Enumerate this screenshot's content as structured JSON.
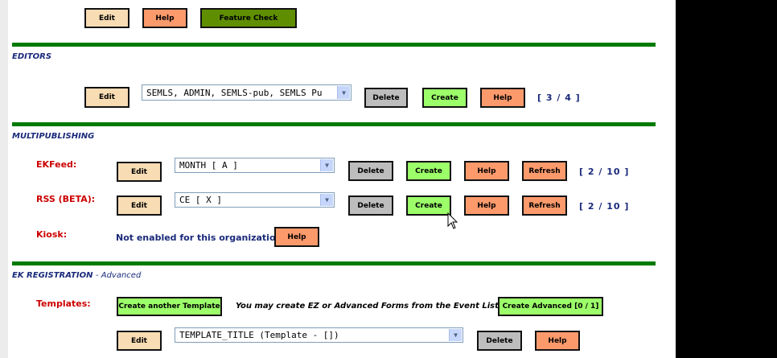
{
  "top": {
    "edit_label": "Edit",
    "help_label": "Help",
    "feature_check_label": "Feature Check"
  },
  "editors": {
    "title": "EDITORS",
    "edit_label": "Edit",
    "select_value": "SEMLS, ADMIN, SEMLS-pub, SEMLS Pu",
    "delete_label": "Delete",
    "create_label": "Create",
    "help_label": "Help",
    "count": "[ 3 / 4 ]"
  },
  "multipublishing": {
    "title": "MULTIPUBLISHING",
    "ekfeed": {
      "label": "EKFeed:",
      "edit_label": "Edit",
      "select_value": "MONTH  [ A ]",
      "delete_label": "Delete",
      "create_label": "Create",
      "help_label": "Help",
      "refresh_label": "Refresh",
      "count": "[ 2 / 10 ]"
    },
    "rss": {
      "label": "RSS (BETA):",
      "edit_label": "Edit",
      "select_value": "CE  [ X ]",
      "delete_label": "Delete",
      "create_label": "Create",
      "help_label": "Help",
      "refresh_label": "Refresh",
      "count": "[ 2 / 10 ]"
    },
    "kiosk": {
      "label": "Kiosk:",
      "note": "Not enabled for this organization.",
      "help_label": "Help"
    }
  },
  "registration": {
    "title": "EK REGISTRATION",
    "title_suffix": "- Advanced",
    "templates_label": "Templates:",
    "create_another_label": "Create another Template",
    "info_note": "You may create EZ or Advanced Forms from the Event List",
    "create_advanced_label": "Create Advanced [0 / 1]",
    "edit_label": "Edit",
    "select_value": "TEMPLATE_TITLE (Template - [])",
    "delete_label": "Delete",
    "help_label": "Help"
  },
  "icons": {
    "dropdown_arrow": "chevron-down-icon",
    "cursor": "mouse-pointer-icon"
  },
  "colors": {
    "section_rule": "#007a00",
    "section_title": "#1a2a7a",
    "label_red": "#cc0000",
    "btn_tan": "#f7dcb4",
    "btn_salmon": "#fc9a6c",
    "btn_olive": "#5f8f00",
    "btn_gray": "#bdbdbd",
    "btn_lime": "#9cff6a"
  }
}
